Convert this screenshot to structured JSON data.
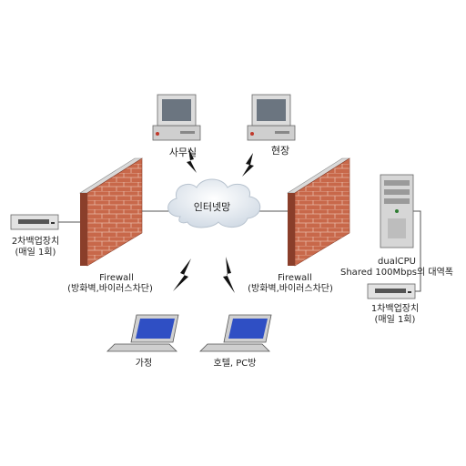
{
  "labels": {
    "office": "사무실",
    "site": "현장",
    "internet": "인터넷망",
    "backup2_line1": "2차백업장치",
    "backup2_line2": "(매일 1회)",
    "firewall_left_line1": "Firewall",
    "firewall_left_line2": "(방화벽,바이러스차단)",
    "firewall_right_line1": "Firewall",
    "firewall_right_line2": "(방화벽,바이러스차단)",
    "server_line1": "dualCPU",
    "server_line2": "Shared 100Mbps의 대역폭",
    "backup1_line1": "1차백업장치",
    "backup1_line2": "(매일 1회)",
    "home": "가정",
    "hotel": "호텔, PC방"
  },
  "colors": {
    "brick": "#c8684a",
    "brick_dark": "#8a3e2a",
    "mortar": "#e8b9a6",
    "cloud": "#dfe6ee",
    "device": "#d9d9d9",
    "screen_blue": "#2f4fc4"
  }
}
